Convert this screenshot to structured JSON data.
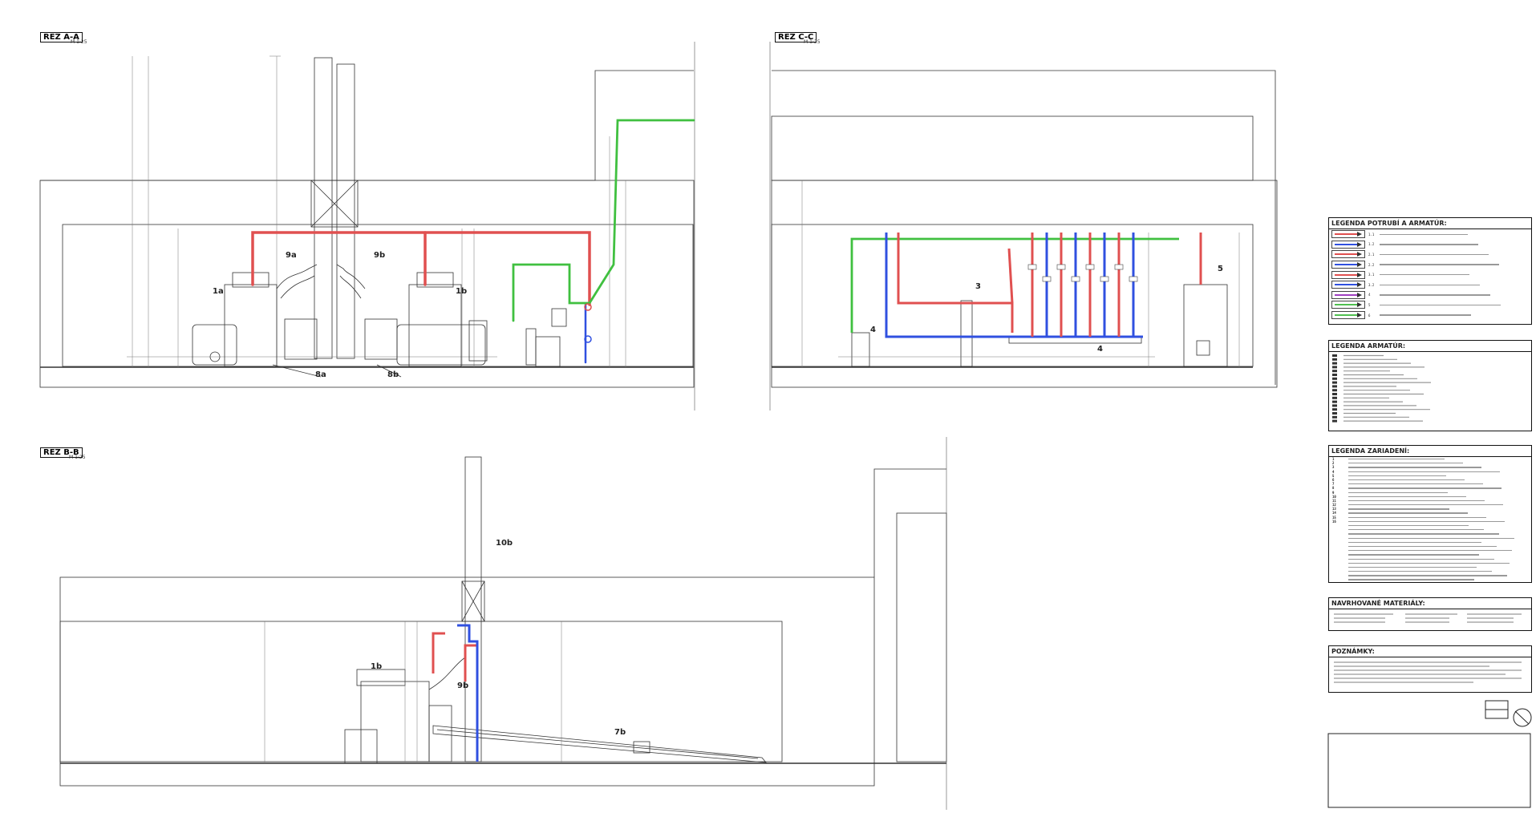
{
  "sections": {
    "aa": {
      "title": "REZ A-A",
      "scale": "M 1:25"
    },
    "cc": {
      "title": "REZ C-C",
      "scale": "M 1:25"
    },
    "bb": {
      "title": "REZ B-B",
      "scale": "M 1:25"
    }
  },
  "equipment_tags": {
    "t1a": "1a",
    "t1b": "1b",
    "t9a": "9a",
    "t9b": "9b",
    "t8a": "8a",
    "t8b": "8b",
    "t3": "3",
    "t4": "4",
    "t4b": "4",
    "t5": "5",
    "t10b": "10b",
    "t1b_bb": "1b",
    "t9b_bb": "9b",
    "t7b": "7b"
  },
  "legends": {
    "pipes": {
      "title": "LEGENDA POTRUBÍ A ARMATÚR:",
      "rows": [
        {
          "code": "1.1",
          "color": "#e05050"
        },
        {
          "code": "1.2",
          "color": "#3050e0"
        },
        {
          "code": "2.1",
          "color": "#e05050"
        },
        {
          "code": "2.2",
          "color": "#3050e0"
        },
        {
          "code": "3.1",
          "color": "#e05050"
        },
        {
          "code": "3.2",
          "color": "#3050e0"
        },
        {
          "code": "4",
          "color": "#a040c0"
        },
        {
          "code": "5",
          "color": "#50c050"
        },
        {
          "code": "6",
          "color": "#50c050"
        }
      ]
    },
    "fittings": {
      "title": "LEGENDA ARMATÚR:"
    },
    "devices": {
      "title": "LEGENDA ZARIADENÍ:",
      "codes": [
        "1",
        "2",
        "3",
        "4",
        "5",
        "6",
        "7",
        "8",
        "9",
        "10",
        "11",
        "12",
        "13",
        "14",
        "15",
        "16"
      ]
    },
    "materials": {
      "title": "NAVRHOVANÉ MATERIÁLY:"
    },
    "notes": {
      "title": "POZNÁMKY:"
    }
  },
  "colors": {
    "supply": "#e05050",
    "return": "#3050e0",
    "cold_water": "#40c040",
    "line": "#222222"
  }
}
